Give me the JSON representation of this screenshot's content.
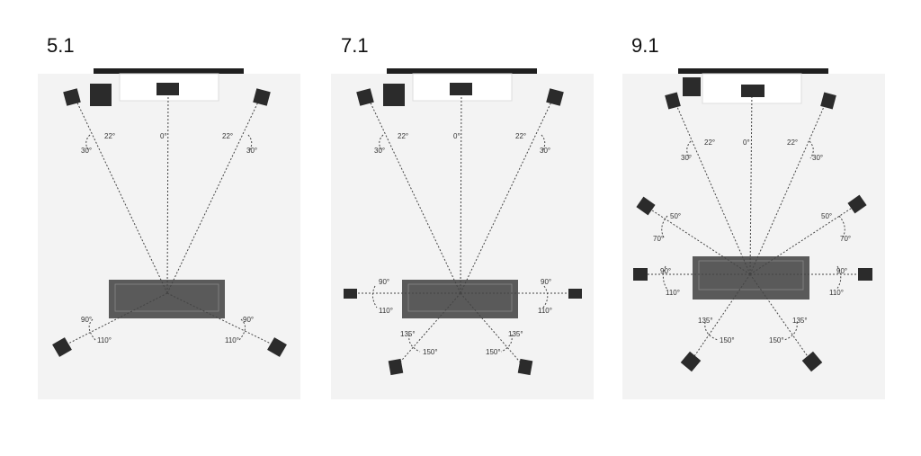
{
  "diagrams": [
    {
      "title": "5.1",
      "labels": [
        "22°",
        "30°",
        "0°",
        "22°",
        "30°",
        "90°",
        "110°",
        "90°",
        "110°"
      ]
    },
    {
      "title": "7.1",
      "labels": [
        "22°",
        "30°",
        "0°",
        "22°",
        "30°",
        "90°",
        "110°",
        "90°",
        "110°",
        "135°",
        "150°",
        "150°",
        "135°"
      ]
    },
    {
      "title": "9.1",
      "labels": [
        "22°",
        "30°",
        "0°",
        "22°",
        "30°",
        "50°",
        "70°",
        "50°",
        "70°",
        "90°",
        "110°",
        "90°",
        "110°",
        "135°",
        "150°",
        "150°",
        "135°"
      ]
    }
  ],
  "colors": {
    "room": "#f3f3f3",
    "screen": "#1f1f1f",
    "speaker": "#2b2b2b",
    "sofa": "#5a5a5a",
    "line": "#444444"
  }
}
